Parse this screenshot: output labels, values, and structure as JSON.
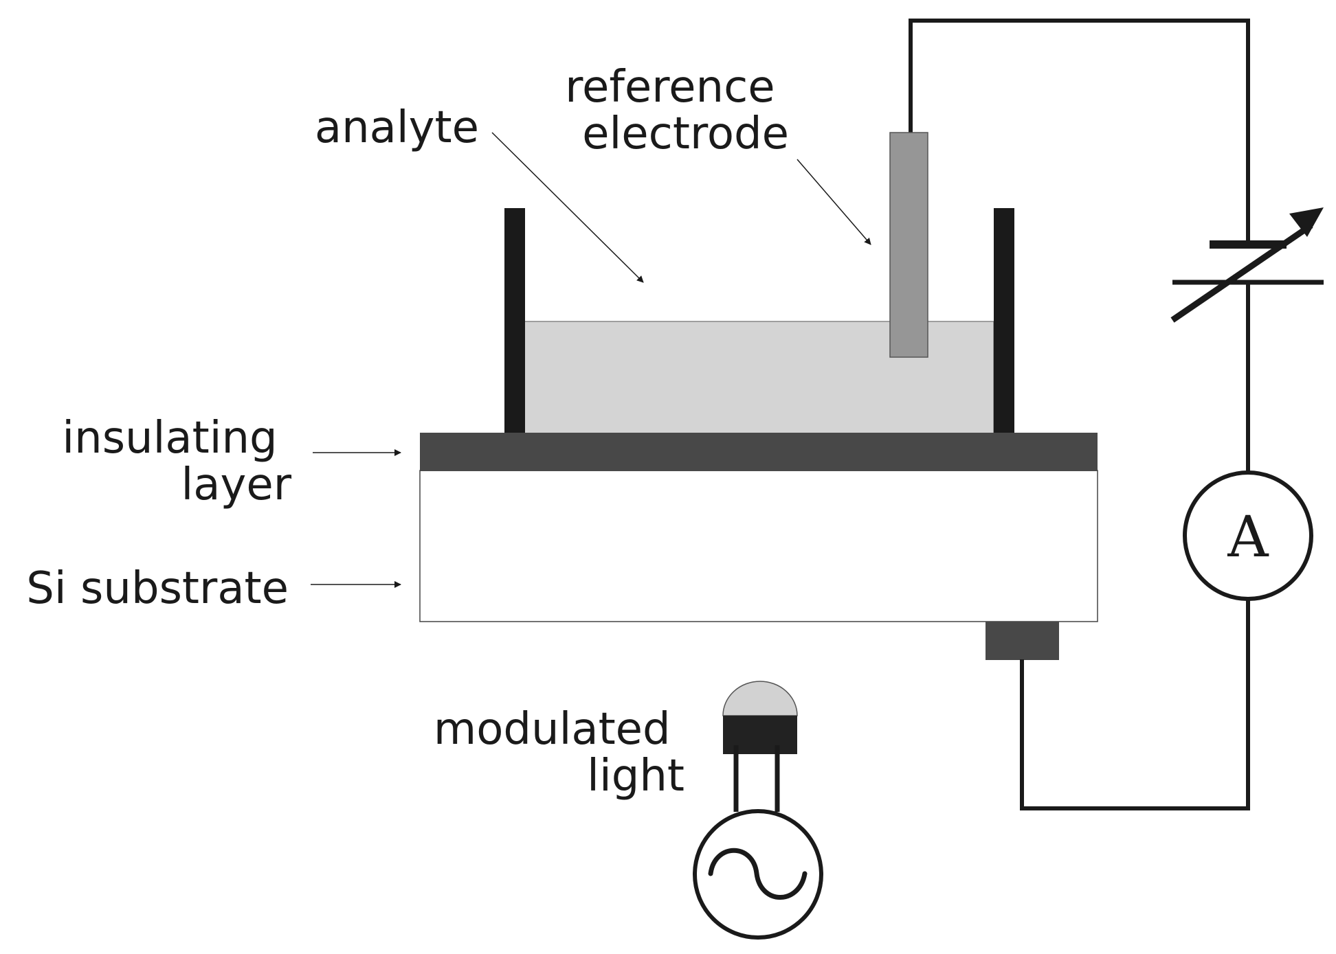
{
  "labels": {
    "analyte": "analyte",
    "reference_electrode": [
      "reference",
      "electrode"
    ],
    "insulating_layer": [
      "insulating",
      "layer"
    ],
    "si_substrate": "Si substrate",
    "modulated_light": [
      "modulated",
      "light"
    ]
  },
  "ammeter_symbol": "A",
  "colors": {
    "ink": "#1a1a1a",
    "insulating_layer": "#484848",
    "analyte": "#d4d4d4",
    "electrode": "#969696",
    "light_cap": "#d2d2d2",
    "light_base": "#222222"
  }
}
